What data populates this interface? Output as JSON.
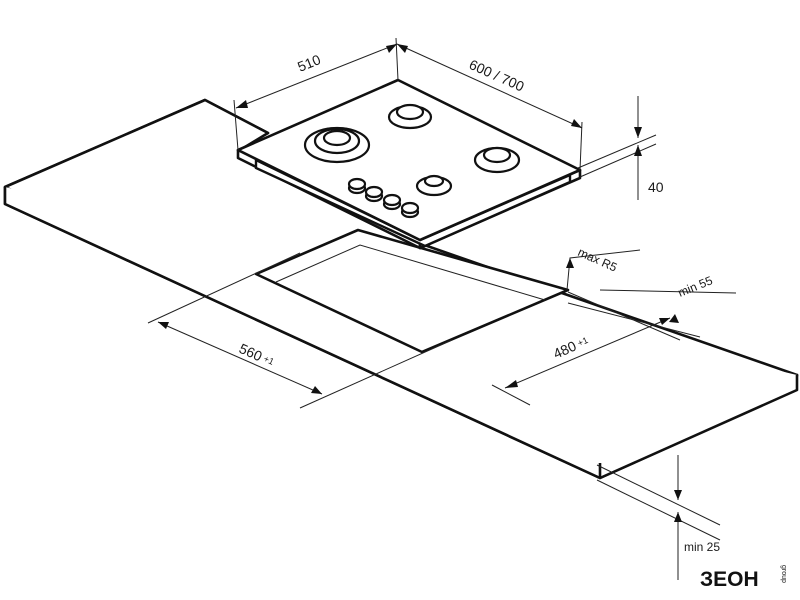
{
  "dimensions": {
    "hob_depth": "510",
    "hob_width": "600 / 700",
    "hob_height": "40",
    "cutout_radius": "max R5",
    "edge_front_gap": "min 55",
    "cutout_width": "560",
    "cutout_width_tol": "+1",
    "cutout_depth": "480",
    "cutout_depth_tol": "+1",
    "worktop_thickness": "min 25"
  },
  "brand": {
    "logo_text": "ЗЕОН",
    "logo_sub": "group"
  }
}
